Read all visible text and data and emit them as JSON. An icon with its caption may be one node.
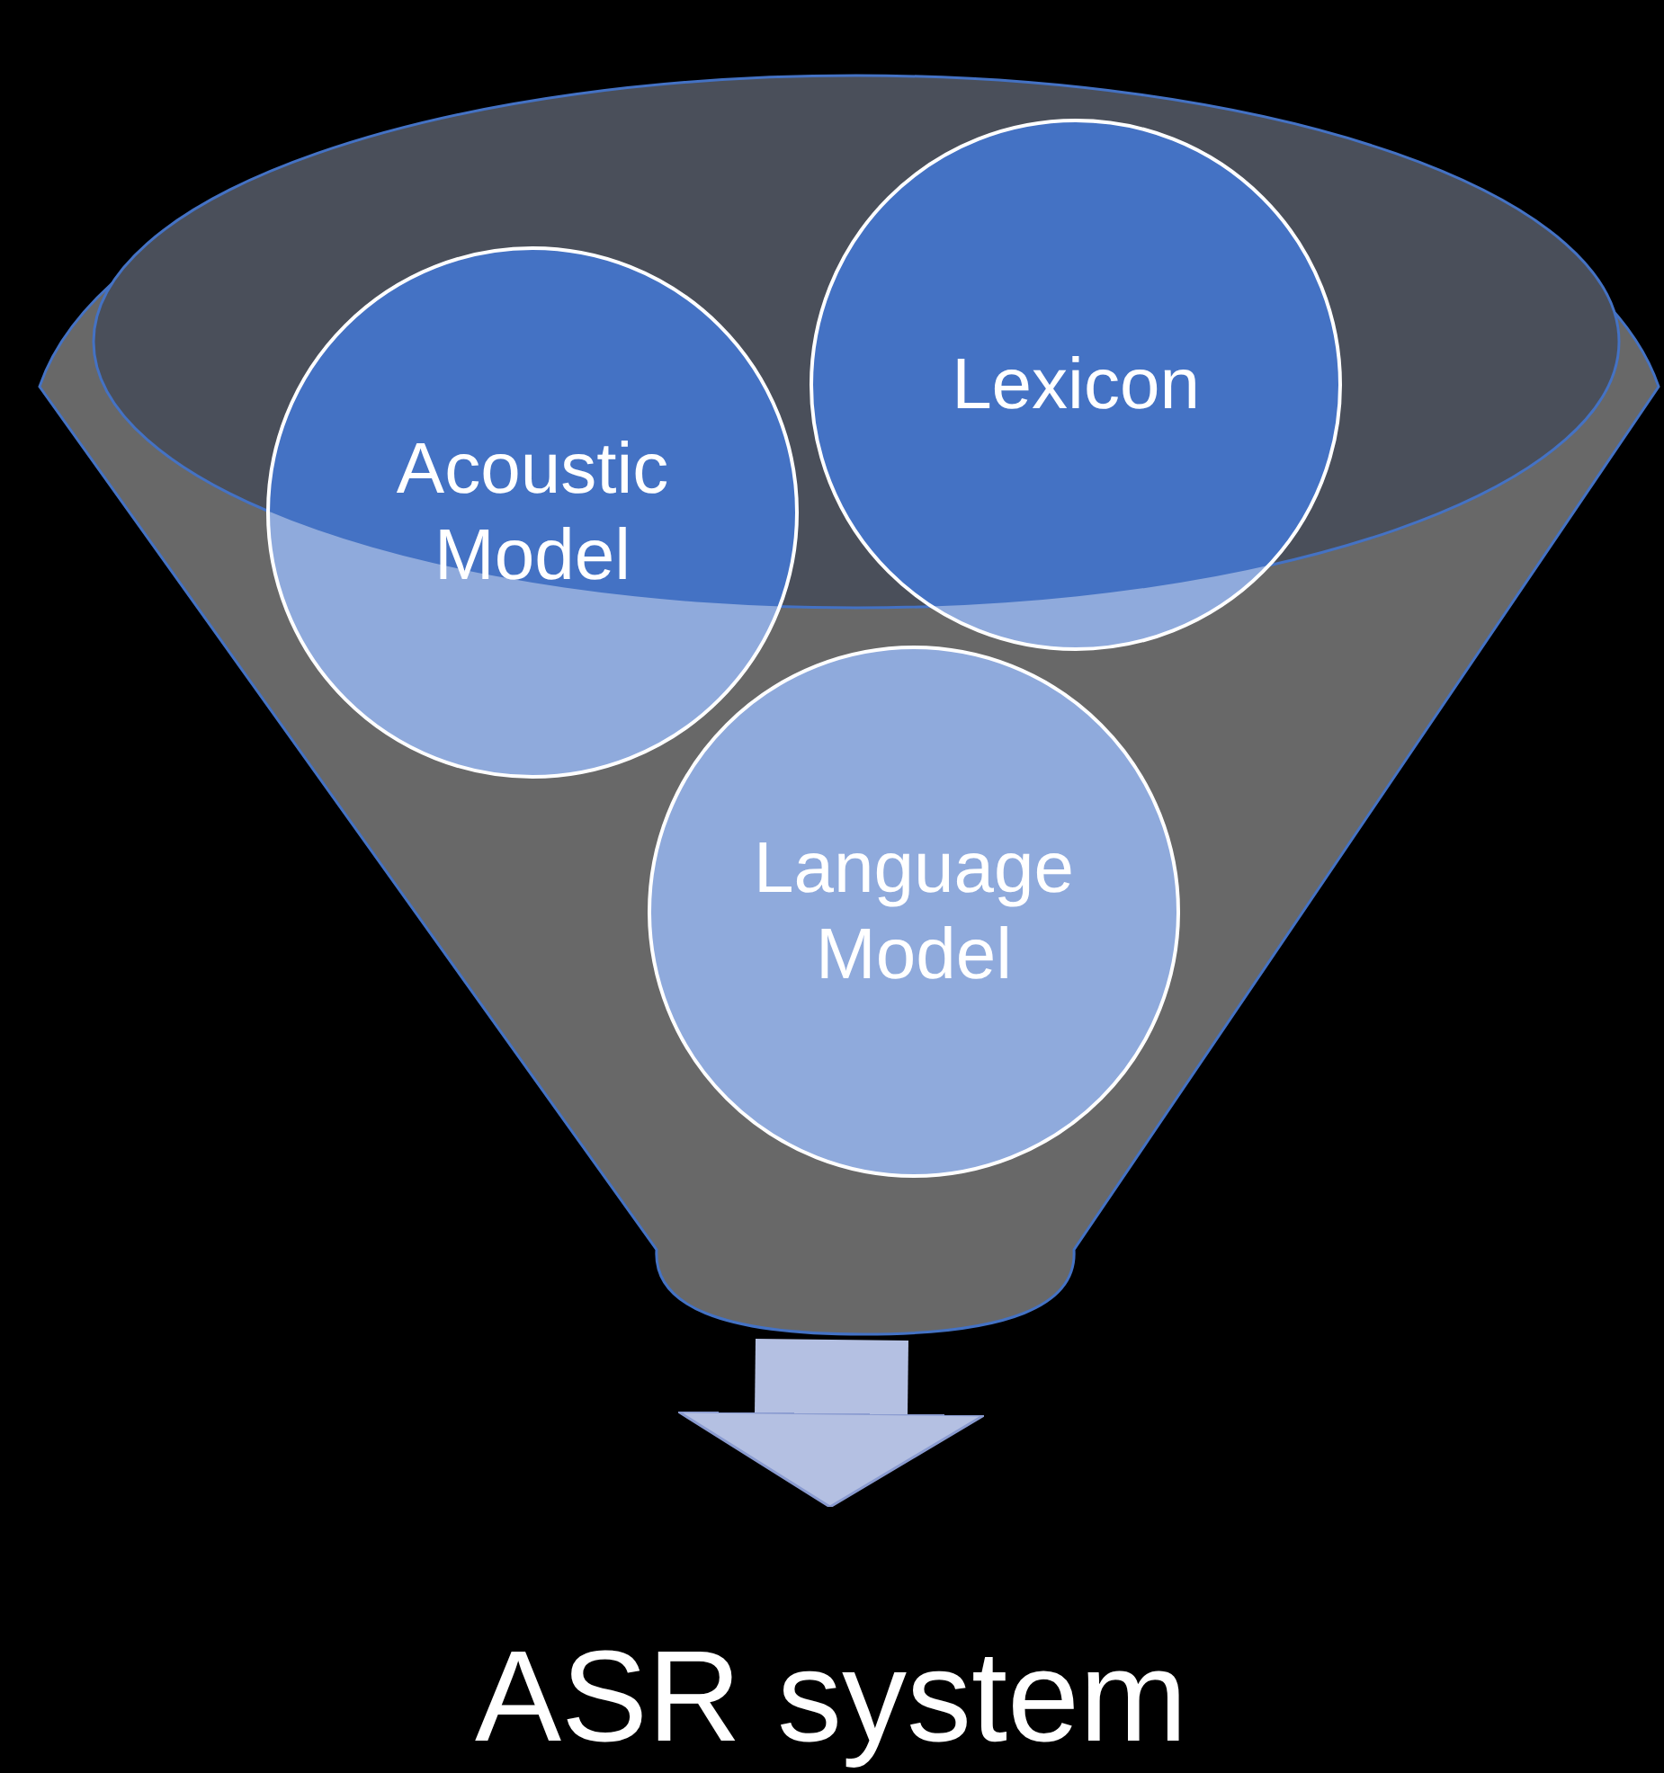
{
  "diagram": {
    "nodes": [
      {
        "text": [],
        "shape": "funnel"
      },
      {
        "text": [
          "Acoustic Model"
        ],
        "in": 0
      },
      {
        "text": [
          "Lexicon"
        ],
        "in": 0
      },
      {
        "text": [
          "Language Model"
        ],
        "in": 0
      },
      {
        "text": [
          "ASR system"
        ]
      }
    ],
    "edges": [
      {
        "from": 0,
        "to": 4,
        "arrow": "to"
      }
    ]
  }
}
